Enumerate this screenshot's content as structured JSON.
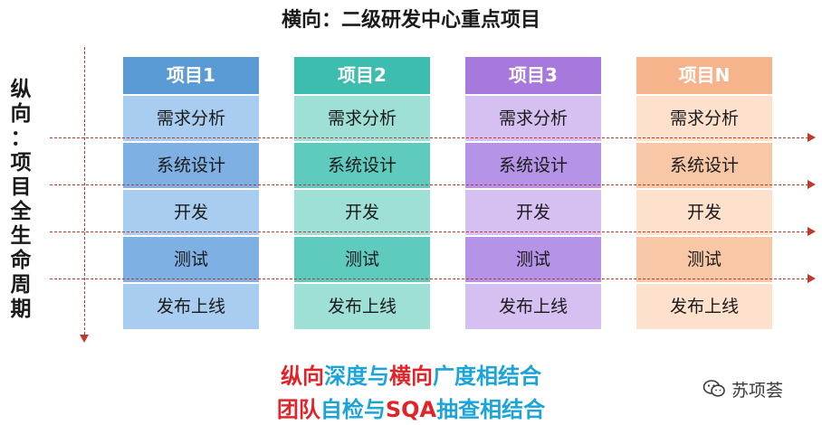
{
  "title": "横向：二级研发中心重点项目",
  "vertical_label": [
    "纵",
    "向",
    "：",
    "项",
    "目",
    "全",
    "生",
    "命",
    "周",
    "期"
  ],
  "stages": [
    "需求分析",
    "系统设计",
    "开发",
    "测试",
    "发布上线"
  ],
  "columns": [
    {
      "name": "项目1",
      "header_color": "#5b9bd5",
      "cell_light": "#a9cdf0",
      "cell_dark": "#7eb0e4"
    },
    {
      "name": "项目2",
      "header_color": "#3dbdb0",
      "cell_light": "#9fe0d6",
      "cell_dark": "#5fcbbf"
    },
    {
      "name": "项目3",
      "header_color": "#a779dc",
      "cell_light": "#d6c0f2",
      "cell_dark": "#b593e6"
    },
    {
      "name": "项目N",
      "header_color": "#f6b48c",
      "cell_light": "#fde1cd",
      "cell_dark": "#f7c7a6"
    }
  ],
  "footer": {
    "line1": [
      {
        "text": "纵向",
        "color": "red"
      },
      {
        "text": "深度与",
        "color": "blue"
      },
      {
        "text": "横向",
        "color": "red"
      },
      {
        "text": "广度相结合",
        "color": "blue"
      }
    ],
    "line2": [
      {
        "text": "团队",
        "color": "red"
      },
      {
        "text": "自检与",
        "color": "blue"
      },
      {
        "text": "SQA",
        "color": "red"
      },
      {
        "text": "抽查相结合",
        "color": "blue"
      }
    ]
  },
  "watermark": {
    "text": "苏项荟",
    "icon": "wechat-icon"
  },
  "colors": {
    "arrow": "#c0392b",
    "red": "#e0252a",
    "blue": "#1ba4d9"
  }
}
